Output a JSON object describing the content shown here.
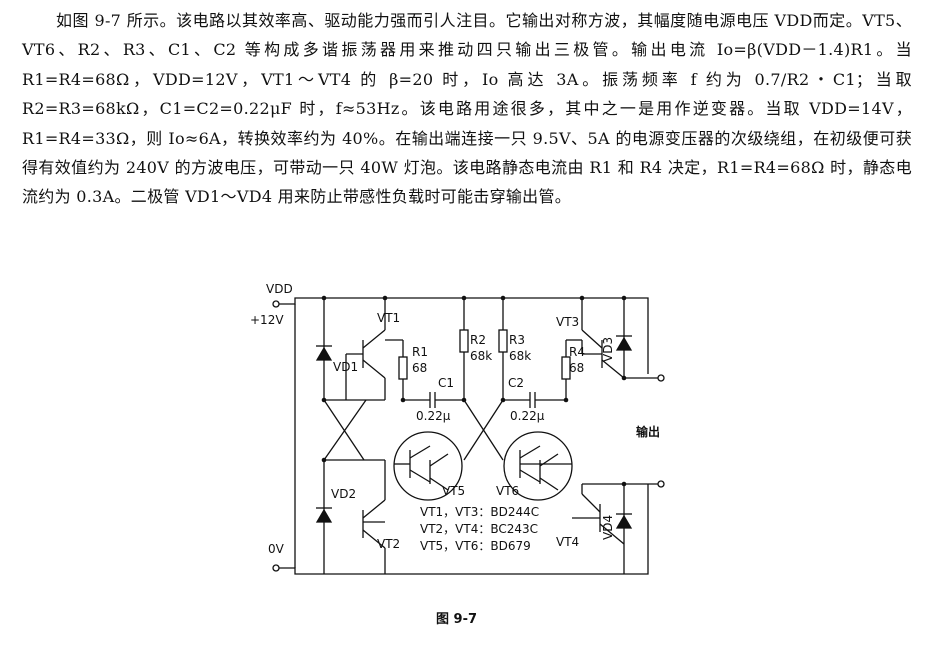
{
  "paragraph": "如图 9-7 所示。该电路以其效率高、驱动能力强而引人注目。它输出对称方波，其幅度随电源电压 VDD而定。VT5、VT6、R2、R3、C1、C2 等构成多谐振荡器用来推动四只输出三极管。输出电流 Io=β(VDD－1.4)R1。当 R1=R4=68Ω，VDD=12V，VT1～VT4 的 β=20 时，Io 高达 3A。振荡频率 f 约为 0.7/R2・C1；当取 R2=R3=68kΩ，C1=C2=0.22μF 时，f≈53Hz。该电路用途很多，其中之一是用作逆变器。当取 VDD=14V，R1=R4=33Ω，则 Io≈6A，转换效率约为 40%。在输出端连接一只 9.5V、5A 的电源变压器的次级绕组，在初级便可获得有效值约为 240V 的方波电压，可带动一只 40W 灯泡。该电路静态电流由 R1 和 R4 决定，R1=R4=68Ω 时，静态电流约为 0.3A。二极管 VD1～VD4 用来防止带感性负载时可能击穿输出管。",
  "schematic": {
    "vdd": "VDD",
    "supply": "+12V",
    "ground": "0V",
    "vt1": "VT1",
    "vt2": "VT2",
    "vt3": "VT3",
    "vt4": "VT4",
    "vt5": "VT5",
    "vt6": "VT6",
    "vd1": "VD1",
    "vd2": "VD2",
    "vd3": "VD3",
    "vd4": "VD4",
    "r1": "R1",
    "r1_val": "68",
    "r2": "R2",
    "r2_val": "68k",
    "r3": "R3",
    "r3_val": "68k",
    "r4": "R4",
    "r4_val": "68",
    "c1": "C1",
    "c1_val": "0.22μ",
    "c2": "C2",
    "c2_val": "0.22μ",
    "output": "输出",
    "parts_1": "VT1，VT3：BD244C",
    "parts_2": "VT2，VT4：BC243C",
    "parts_3": "VT5，VT6：BD679",
    "caption": "图 9-7"
  }
}
